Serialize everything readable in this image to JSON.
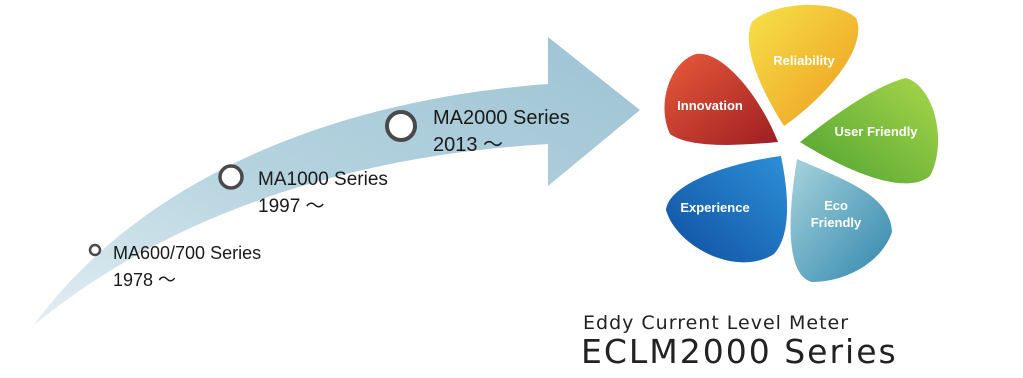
{
  "timeline": {
    "milestones": [
      {
        "series": "MA600/700 Series",
        "since": "1978 ～"
      },
      {
        "series": "MA1000 Series",
        "since": "1997 ～"
      },
      {
        "series": "MA2000 Series",
        "since": "2013 ～"
      }
    ]
  },
  "values_flower": {
    "petals": [
      {
        "label": "Reliability",
        "color": "#f0b520"
      },
      {
        "label": "User Friendly",
        "color": "#6cbc3a"
      },
      {
        "label": "Eco Friendly",
        "color": "#59aac4"
      },
      {
        "label": "Experience",
        "color": "#1c6fc0"
      },
      {
        "label": "Innovation",
        "color": "#d63a2c"
      }
    ]
  },
  "product": {
    "subtitle": "Eddy Current Level Meter",
    "title": "ECLM2000 Series"
  },
  "colors": {
    "arrow": "#a9cad8",
    "node_stroke": "#4a4a4a"
  }
}
